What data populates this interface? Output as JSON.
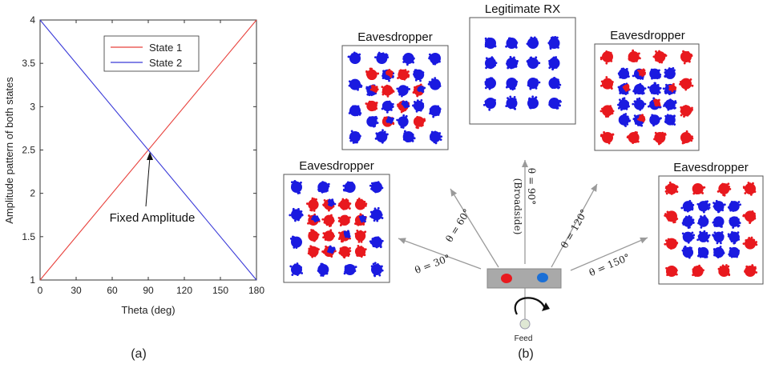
{
  "panel_a_caption": "(a)",
  "panel_b_caption": "(b)",
  "chart_data": {
    "type": "line",
    "xlabel": "Theta (deg)",
    "ylabel": "Amplitude pattern of both states",
    "xlim": [
      0,
      180
    ],
    "ylim": [
      1,
      4
    ],
    "xticks": [
      0,
      30,
      60,
      90,
      120,
      150,
      180
    ],
    "yticks": [
      1,
      1.5,
      2,
      2.5,
      3,
      3.5,
      4
    ],
    "legend_position": "top-right",
    "grid": false,
    "series": [
      {
        "name": "State 1",
        "color": "#e8413c",
        "x": [
          0,
          180
        ],
        "y": [
          1,
          4
        ]
      },
      {
        "name": "State 2",
        "color": "#3a3ad8",
        "x": [
          0,
          180
        ],
        "y": [
          4,
          1
        ]
      }
    ],
    "annotations": [
      {
        "text": "Fixed Amplitude",
        "x": 90,
        "y": 2.5
      }
    ]
  },
  "diagram": {
    "colors": {
      "red": "#e8191e",
      "blue": "#1a1ae0"
    },
    "constellations": [
      {
        "title": "Eavesdropper",
        "inner": "red",
        "overlap": "mixed"
      },
      {
        "title": "Eavesdropper",
        "inner": "mixed",
        "overlap": "mixed"
      },
      {
        "title": "Legitimate RX",
        "inner": "blue",
        "overlap": "none"
      },
      {
        "title": "Eavesdropper",
        "inner": "blue",
        "overlap": "mixed"
      },
      {
        "title": "Eavesdropper",
        "inner": "blue",
        "overlap": "none"
      }
    ],
    "directions": [
      {
        "label": "θ = 30°"
      },
      {
        "label": "θ = 60°"
      },
      {
        "label": "θ = 90°"
      },
      {
        "label": "(Broadside)"
      },
      {
        "label": "θ = 120°"
      },
      {
        "label": "θ = 150°"
      }
    ],
    "feed_label": "Feed"
  }
}
